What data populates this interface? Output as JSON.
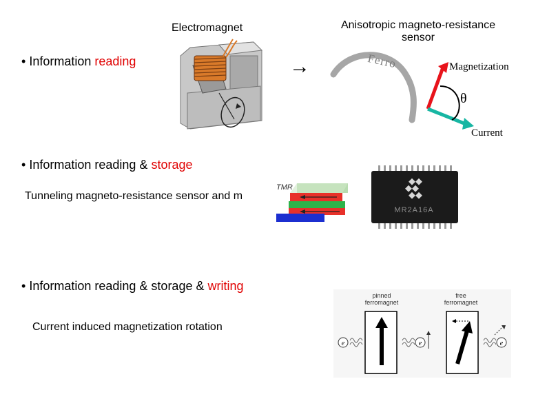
{
  "section1": {
    "bullet": "•",
    "title_black": "Information",
    "title_red": "reading",
    "electromagnet_label": "Electromagnet",
    "amr_label_line1": "Anisotropic magneto-resistance",
    "amr_label_line2": "sensor",
    "ferro_label": "Ferro",
    "magnetization_label": "Magnetization",
    "theta_label": "θ",
    "current_label": "Current",
    "arrow_symbol": "→"
  },
  "section2": {
    "bullet": "•",
    "title_black": "Information reading &",
    "title_red": "storage",
    "caption": "Tunneling magneto-resistance sensor and m",
    "tmr_label": "TMR",
    "chip_text": "MR2A16A"
  },
  "section3": {
    "bullet": "•",
    "title_black": "Information reading & storage &",
    "title_red": "writing",
    "caption": "Current induced magnetization rotation",
    "pinned_line1": "pinned",
    "pinned_line2": "ferromagnet",
    "free_line1": "free",
    "free_line2": "ferromagnet",
    "electron_symbol": "e"
  },
  "colors": {
    "accent_red": "#e00000",
    "magnetization_red": "#e8131b",
    "current_teal": "#17b6a3",
    "coil_orange": "#d97a2a"
  }
}
